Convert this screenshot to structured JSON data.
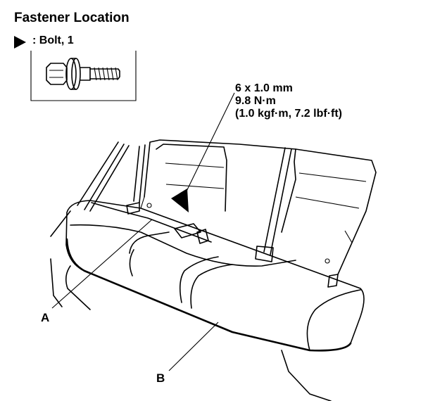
{
  "title": "Fastener Location",
  "legend": {
    "marker_icon": "filled-triangle-pointer",
    "text": ": Bolt, 1"
  },
  "spec": {
    "size": "6 x 1.0 mm",
    "torque_nm": "9.8 N·m",
    "torque_alt": "(1.0 kgf·m, 7.2 lbf·ft)"
  },
  "callouts": {
    "a": "A",
    "b": "B"
  }
}
